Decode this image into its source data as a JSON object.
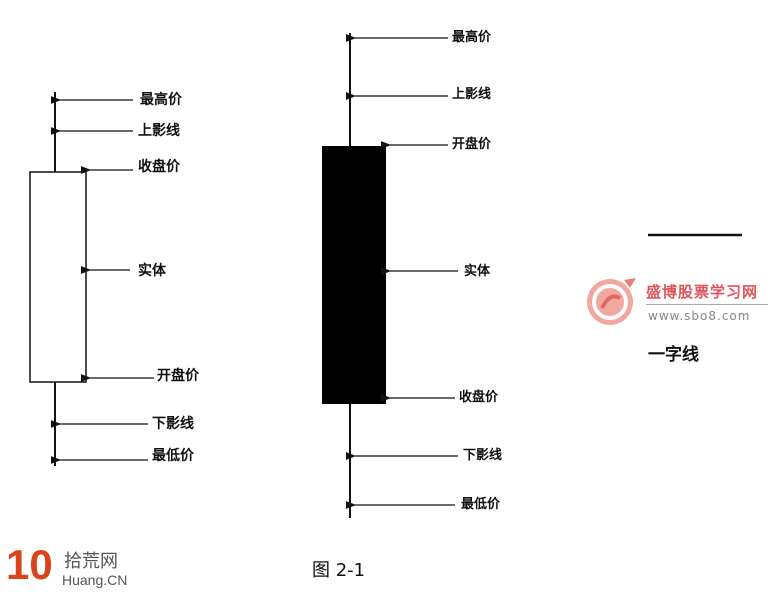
{
  "left_candle": {
    "labels": [
      "最高价",
      "上影线",
      "收盘价",
      "实体",
      "开盘价",
      "下影线",
      "最低价"
    ]
  },
  "middle_candle": {
    "labels": [
      "最高价",
      "上影线",
      "开盘价",
      "实体",
      "收盘价",
      "下影线",
      "最低价"
    ]
  },
  "doji": {
    "label": "一字线"
  },
  "caption": "图 2-1",
  "watermark": {
    "title": "盛博股票学习网",
    "url": "www.sbo8.com"
  },
  "logo": {
    "number": "10",
    "cn": "拾荒网",
    "en": "Huang.CN"
  },
  "colors": {
    "line": "#111111",
    "body_fill_bearish": "#000000",
    "body_fill_bullish": "#ffffff",
    "watermark": "#e0555a"
  }
}
